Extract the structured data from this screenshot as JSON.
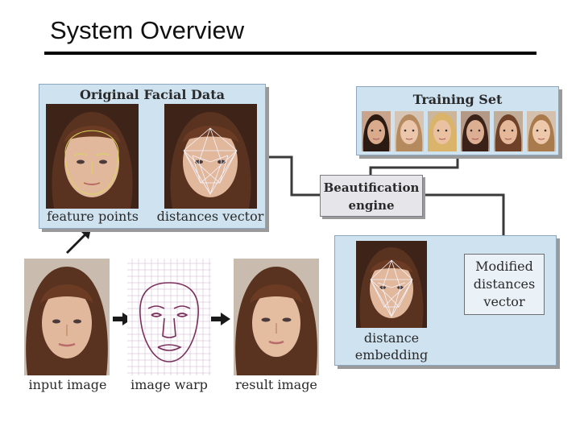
{
  "slide": {
    "title": "System Overview"
  },
  "original_panel": {
    "title": "Original Facial Data",
    "left_caption": "feature points",
    "right_caption": "distances vector"
  },
  "training_panel": {
    "title": "Training Set"
  },
  "engine": {
    "line1": "Beautification",
    "line2": "engine"
  },
  "embedding_panel": {
    "caption_line1": "distance",
    "caption_line2": "embedding"
  },
  "modified_box": {
    "line1": "Modified",
    "line2": "distances",
    "line3": "vector"
  },
  "bottom_row": {
    "input_caption": "input image",
    "warp_caption": "image warp",
    "result_caption": "result image"
  },
  "colors": {
    "panel_fill": "#cfe2f0",
    "panel_border": "#8ba6bd",
    "hair": "#5a3220",
    "skin": "#e2b89c",
    "mesh": "#f4f4ff",
    "warp_grid": "#c9b6c9",
    "warp_face": "#7a2f5a"
  }
}
